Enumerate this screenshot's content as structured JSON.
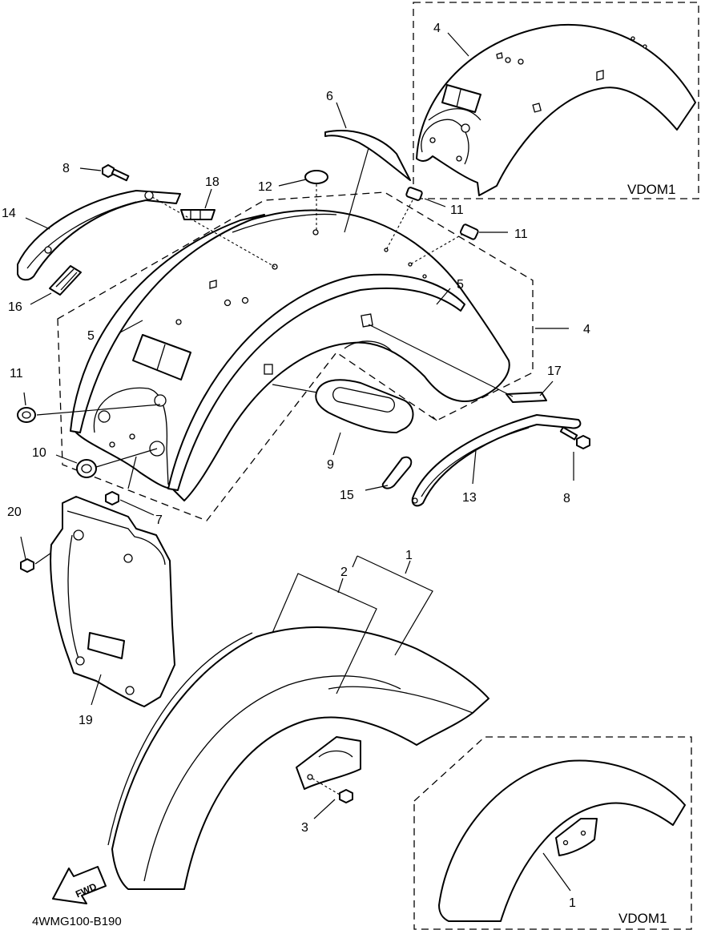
{
  "callouts": {
    "p1_top": "1",
    "p2": "2",
    "p3": "3",
    "p4_inset": "4",
    "p4_bracket": "4",
    "p5_left": "5",
    "p5_right": "5",
    "p6": "6",
    "p7": "7",
    "p8_left": "8",
    "p8_right": "8",
    "p9": "9",
    "p10": "10",
    "p11_top": "11",
    "p11_right": "11",
    "p11_left": "11",
    "p12": "12",
    "p13": "13",
    "p14": "14",
    "p15": "15",
    "p16": "16",
    "p17": "17",
    "p18": "18",
    "p19": "19",
    "p20": "20",
    "p1_inset": "1"
  },
  "variants": {
    "top_inset": "VDOM1",
    "bottom_inset": "VDOM1"
  },
  "arrow": {
    "label": "FWD"
  },
  "footer": {
    "diagram_code": "4WMG100-B190"
  },
  "icons": [
    "forward-arrow-icon"
  ]
}
